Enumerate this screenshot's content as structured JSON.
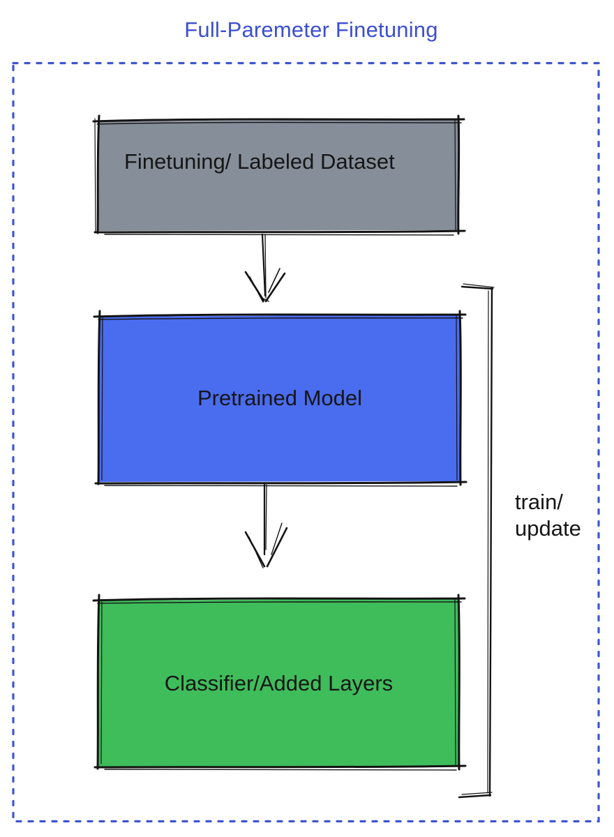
{
  "title": "Full-Paremeter Finetuning",
  "colors": {
    "title_blue": "#3b4fd1",
    "border_blue": "#3f55cf",
    "dataset_gray": "#868e99",
    "pretrained_blue": "#4a6cee",
    "classifier_green": "#3fbd5b",
    "ink": "#131313",
    "ink_text": "#161616"
  },
  "boxes": [
    {
      "label": "Finetuning/ Labeled Dataset"
    },
    {
      "label": "Pretrained Model"
    },
    {
      "label": "Classifier/Added Layers"
    }
  ],
  "bracket": {
    "line1": "train/",
    "line2": "update"
  }
}
